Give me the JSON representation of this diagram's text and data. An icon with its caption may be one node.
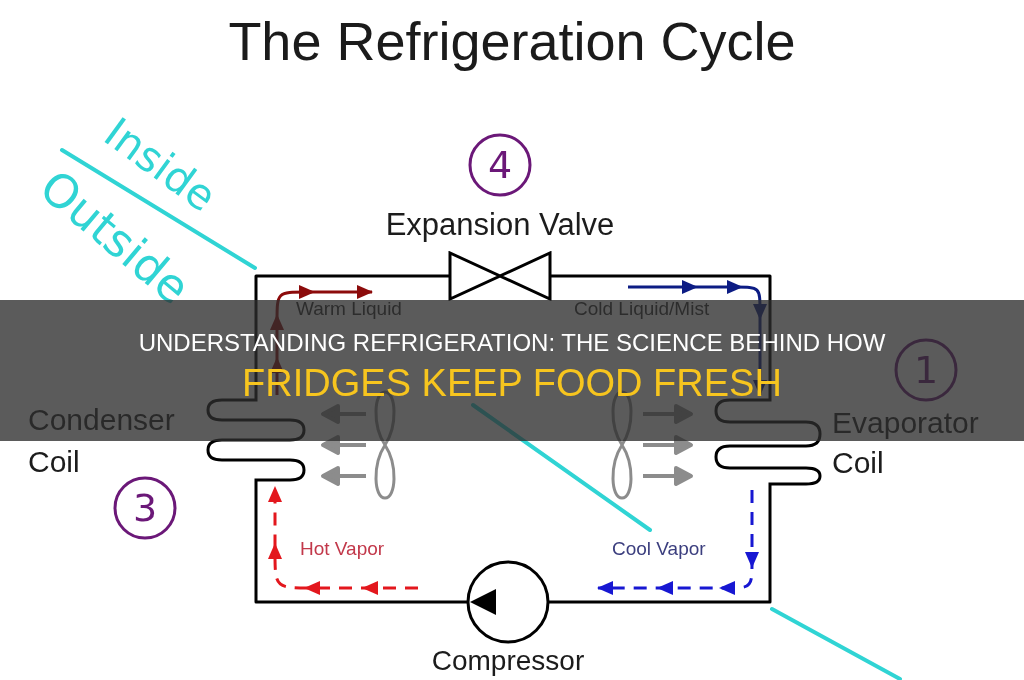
{
  "diagram": {
    "title": "The Refrigeration Cycle",
    "caption": "UNDERSTANDING REFRIGERATION: THE SCIENCE BEHIND HOW FRIDGES KEEP FOOD FRESH",
    "nodes": [
      {
        "text": [
          "4"
        ]
      },
      {
        "text": [
          "Expansion Valve"
        ]
      },
      {
        "text": [
          "1"
        ]
      },
      {
        "text": [
          "Condenser Coil"
        ]
      },
      {
        "text": [
          "Evaporator Coil"
        ]
      },
      {
        "text": [
          "3"
        ]
      },
      {
        "text": [
          "Compressor"
        ]
      }
    ],
    "edges": [
      {
        "from": 6,
        "to": 3,
        "arrow": "to",
        "label": "Hot Vapor",
        "style": "dashed",
        "color": "#e3171d"
      },
      {
        "from": 3,
        "to": 1,
        "arrow": "to",
        "label": "Warm Liquid",
        "color": "#8c0b0b"
      },
      {
        "from": 1,
        "to": 4,
        "arrow": "to",
        "label": "Cold Liquid/Mist",
        "color": "#0c1c84"
      },
      {
        "from": 4,
        "to": 6,
        "arrow": "to",
        "label": "Cool Vapor",
        "style": "dashed",
        "color": "#1717d2"
      },
      {
        "from": 3,
        "to": 1,
        "arrow": "none"
      },
      {
        "from": 1,
        "to": 4,
        "arrow": "none"
      },
      {
        "from": 4,
        "to": 6,
        "arrow": "none"
      },
      {
        "from": 6,
        "to": 3,
        "arrow": "none"
      }
    ],
    "labels": [
      "Inside",
      "Outside"
    ]
  }
}
